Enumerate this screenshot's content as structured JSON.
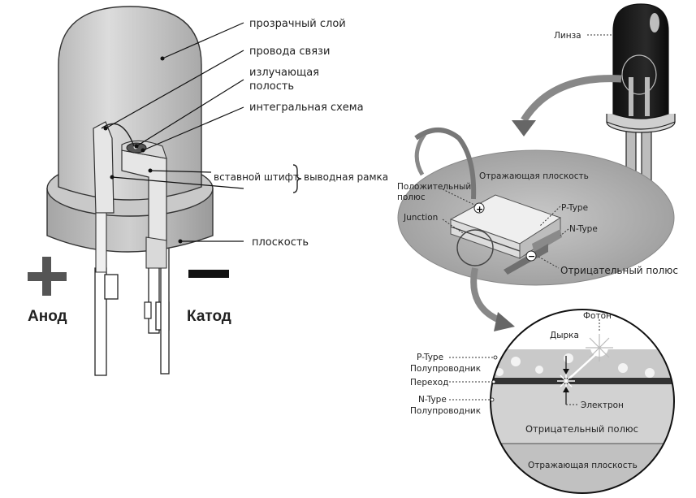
{
  "left_diagram": {
    "labels": {
      "transparent_layer": "прозрачный слой",
      "bond_wires": "провода связи",
      "emitting_cavity_1": "излучающая",
      "emitting_cavity_2": "полость",
      "integrated_circuit": "интегральная схема",
      "insert_pin": "вставной штифт",
      "lead_frame": "выводная рамка",
      "flat": "плоскость",
      "anode": "Анод",
      "cathode": "Катод",
      "plus_sign": "+"
    }
  },
  "right_diagram": {
    "labels": {
      "lens": "Линза",
      "reflective_plane_top": "Отражающая плоскость",
      "positive_pole_1": "Положительный",
      "positive_pole_2": "полюс",
      "p_type": "P-Type",
      "n_type": "N-Type",
      "junction": "Junction",
      "negative_pole": "Отрицательный полюс",
      "plus_sign": "+",
      "minus_sign": "−"
    }
  },
  "zoom_diagram": {
    "labels": {
      "photon": "Фотон",
      "hole": "Дырка",
      "p_type": "P-Type",
      "p_semi": "Полупроводник",
      "junction": "Переход",
      "n_type": "N-Type",
      "n_semi": "Полупроводник",
      "electron": "Электрон",
      "negative_pole": "Отрицательный полюс",
      "reflective_plane": "Отражающая плоскость"
    }
  }
}
